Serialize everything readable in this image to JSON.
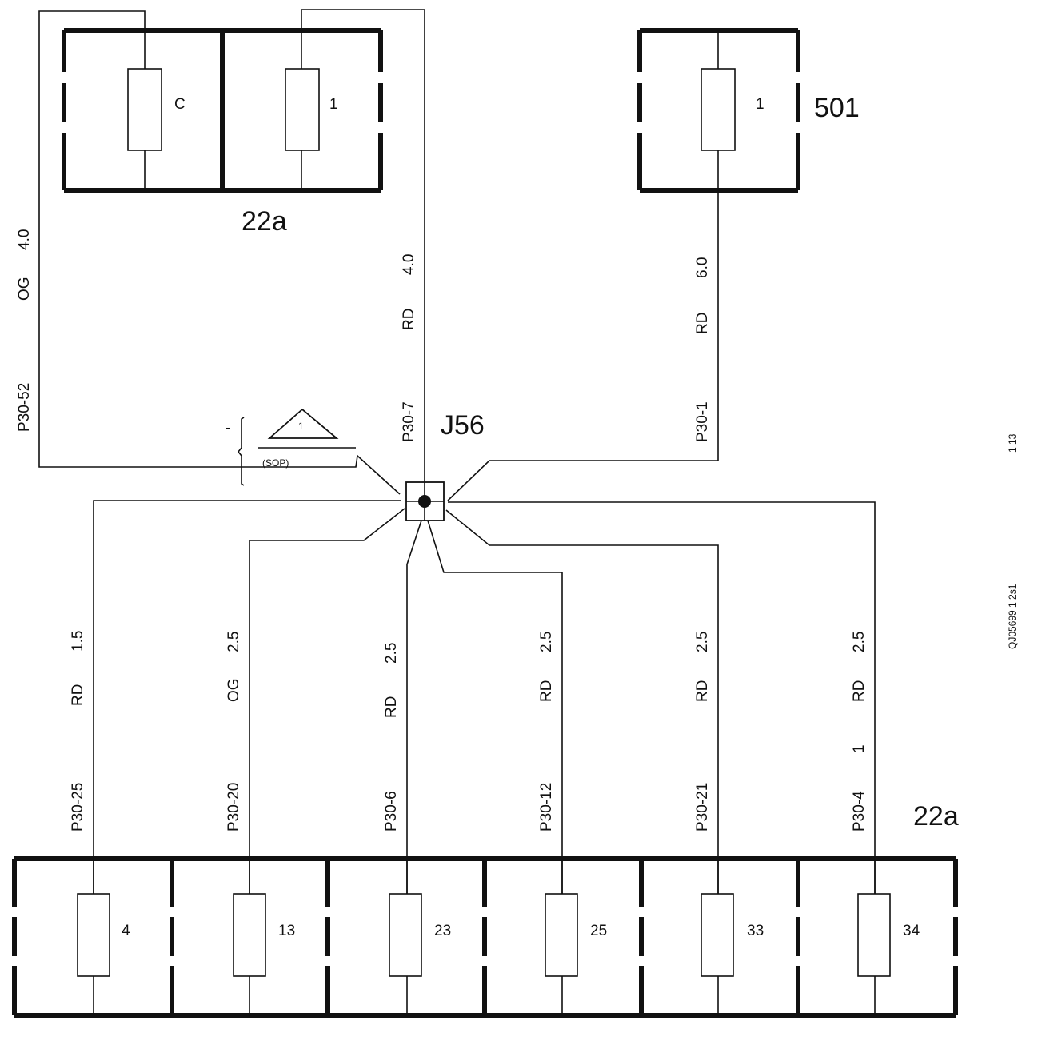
{
  "fuse_box_top": {
    "label": "22a",
    "fuses": [
      {
        "id": "C"
      },
      {
        "id": "1"
      }
    ]
  },
  "fuse_box_501": {
    "label": "501",
    "fuses": [
      {
        "id": "1"
      }
    ]
  },
  "fuse_box_bottom": {
    "label": "22a",
    "fuses": [
      {
        "id": "4"
      },
      {
        "id": "13"
      },
      {
        "id": "23"
      },
      {
        "id": "25"
      },
      {
        "id": "33"
      },
      {
        "id": "34"
      }
    ]
  },
  "splice": {
    "label": "J56",
    "note_number": "1",
    "sop": "(SOP)",
    "bracket_dash": "-"
  },
  "wires": {
    "w_c": {
      "circuit": "P30-52",
      "color": "OG",
      "size": "4.0"
    },
    "w_t1": {
      "circuit": "P30-7",
      "color": "RD",
      "size": "4.0"
    },
    "w_501": {
      "circuit": "P30-1",
      "color": "RD",
      "size": "6.0"
    },
    "w_4": {
      "circuit": "P30-25",
      "color": "RD",
      "size": "1.5"
    },
    "w_13": {
      "circuit": "P30-20",
      "color": "OG",
      "size": "2.5"
    },
    "w_23": {
      "circuit": "P30-6",
      "color": "RD",
      "size": "2.5"
    },
    "w_25": {
      "circuit": "P30-12",
      "color": "RD",
      "size": "2.5"
    },
    "w_33": {
      "circuit": "P30-21",
      "color": "RD",
      "size": "2.5"
    },
    "w_34": {
      "circuit": "P30-4",
      "color": "RD",
      "size": "2.5",
      "extra": "1"
    }
  },
  "side_labels": {
    "page_ref": "1 13",
    "doc_ref": "QJ05699 1 2s1"
  }
}
